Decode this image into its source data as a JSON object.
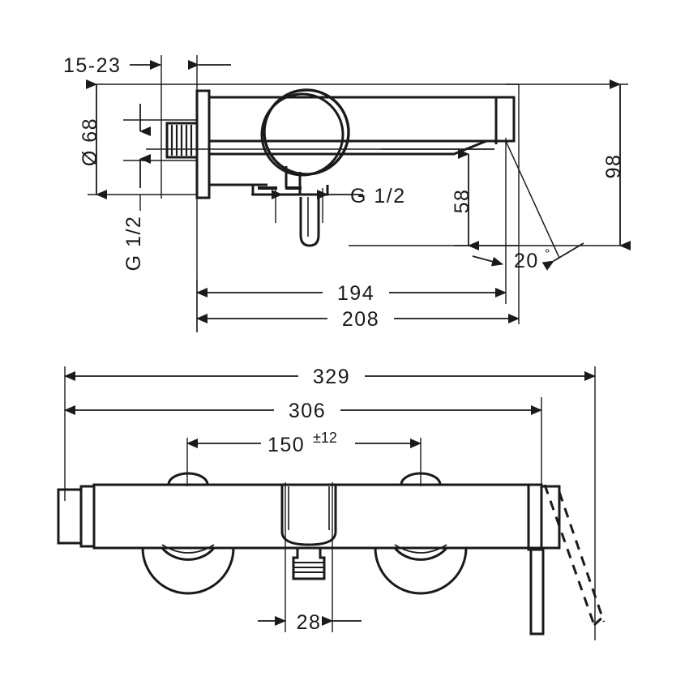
{
  "drawing": {
    "title": "Wall-mounted single-lever mixer dimensional drawing",
    "units": "mm",
    "line_color": "#1a1a1a",
    "background_color": "#ffffff"
  },
  "top_view": {
    "name": "side-elevation",
    "dimensions": {
      "wall_offset": "15-23",
      "escutcheon_diameter": "Ø 68",
      "inlet_thread": "G 1/2",
      "outlet_thread": "G 1/2",
      "spout_height": "58",
      "overall_height": "98",
      "spout_reach": "194",
      "overall_depth": "208",
      "spout_angle": "20",
      "degree_symbol": "°"
    }
  },
  "bottom_view": {
    "name": "front-elevation",
    "dimensions": {
      "overall_width": "329",
      "body_width": "306",
      "inlet_centers": "150",
      "inlet_tolerance": "±12",
      "outlet_width": "28"
    }
  }
}
